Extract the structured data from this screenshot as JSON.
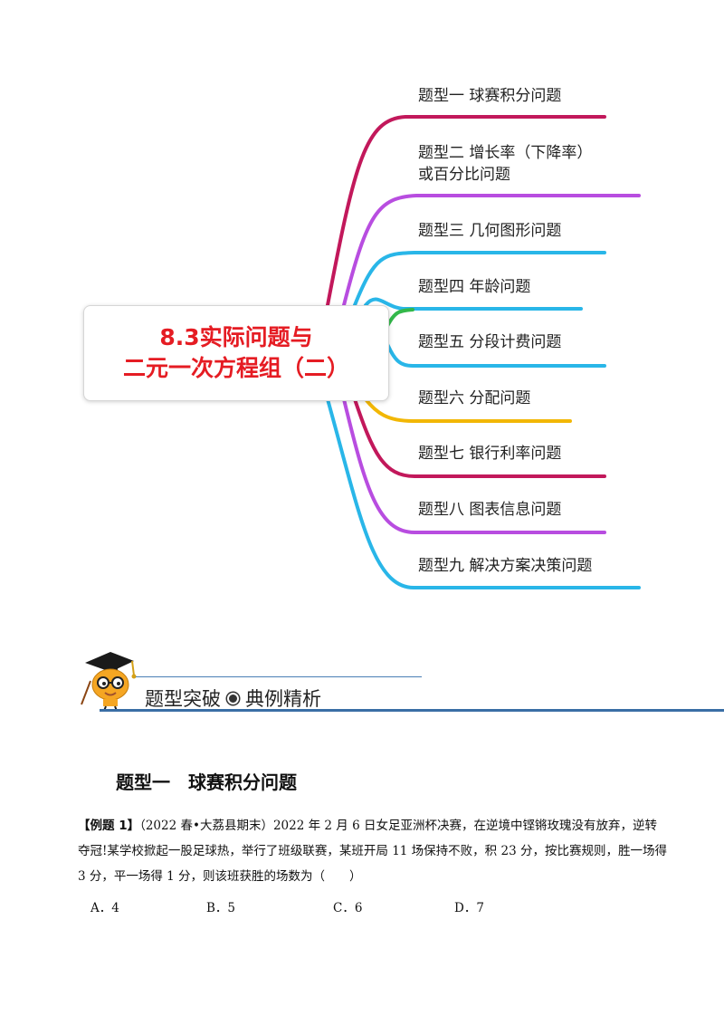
{
  "mindmap": {
    "center_title_line1": "8.3实际问题与",
    "center_title_line2": "二元一次方程组（二）",
    "center_color": "#e51c23",
    "branches": [
      {
        "label": "题型一  球赛积分问题",
        "color": "#c2185b"
      },
      {
        "label": "题型二  增长率（下降率）",
        "label2": "或百分比问题",
        "color": "#b84de0"
      },
      {
        "label": "题型三  几何图形问题",
        "color": "#29b6e8"
      },
      {
        "label": "题型四  年龄问题",
        "color": "#29b6e8"
      },
      {
        "label": "题型五 分段计费问题",
        "color": "#33b84a"
      },
      {
        "label": "题型六 分配问题",
        "color": "#f2b705"
      },
      {
        "label": "题型七  银行利率问题",
        "color": "#c2185b"
      },
      {
        "label": "题型八  图表信息问题",
        "color": "#b84de0"
      },
      {
        "label": "题型九  解决方案决策问题",
        "color": "#29b6e8"
      }
    ]
  },
  "banner": {
    "title_left": "题型突破",
    "title_right": "典例精析",
    "mascot_icon": "graduate-mascot-icon",
    "accent": "#3a6ea5"
  },
  "section": {
    "heading_part1": "题型一",
    "heading_part2": "球赛积分问题"
  },
  "problem": {
    "tag": "【例题 1】",
    "text": "（2022 春•大荔县期末）2022 年 2 月 6 日女足亚洲杯决赛，在逆境中铿锵玫瑰没有放弃，逆转夺冠!某学校掀起一股足球热，举行了班级联赛，某班开局 11 场保持不败，积 23 分，按比赛规则，胜一场得 3 分，平一场得 1 分，则该班获胜的场数为（　　）",
    "choices": [
      "A．4",
      "B．5",
      "C．6",
      "D．7"
    ]
  }
}
